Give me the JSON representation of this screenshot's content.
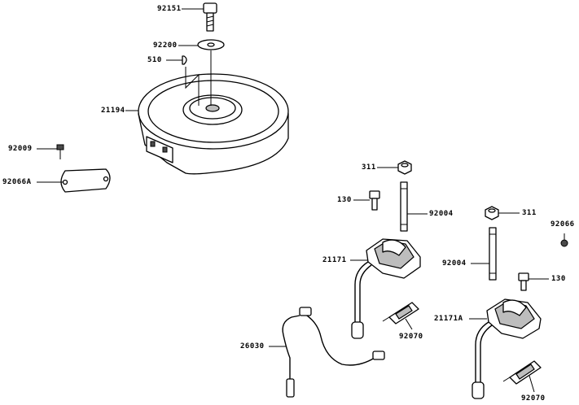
{
  "callouts": [
    {
      "id": "c92151",
      "label": "92151"
    },
    {
      "id": "c92200",
      "label": "92200"
    },
    {
      "id": "c510",
      "label": "510"
    },
    {
      "id": "c21194",
      "label": "21194"
    },
    {
      "id": "c92009",
      "label": "92009"
    },
    {
      "id": "c92066a",
      "label": "92066A"
    },
    {
      "id": "c311a",
      "label": "311"
    },
    {
      "id": "c130a",
      "label": "130"
    },
    {
      "id": "c92004a",
      "label": "92004"
    },
    {
      "id": "c311b",
      "label": "311"
    },
    {
      "id": "c92066",
      "label": "92066"
    },
    {
      "id": "c21171",
      "label": "21171"
    },
    {
      "id": "c92004b",
      "label": "92004"
    },
    {
      "id": "c130b",
      "label": "130"
    },
    {
      "id": "c21171a",
      "label": "21171A"
    },
    {
      "id": "c26030",
      "label": "26030"
    },
    {
      "id": "c92070a",
      "label": "92070"
    },
    {
      "id": "c92070b",
      "label": "92070"
    }
  ],
  "colors": {
    "line": "#000000",
    "shade": "#bdbdbd",
    "background": "#ffffff"
  }
}
